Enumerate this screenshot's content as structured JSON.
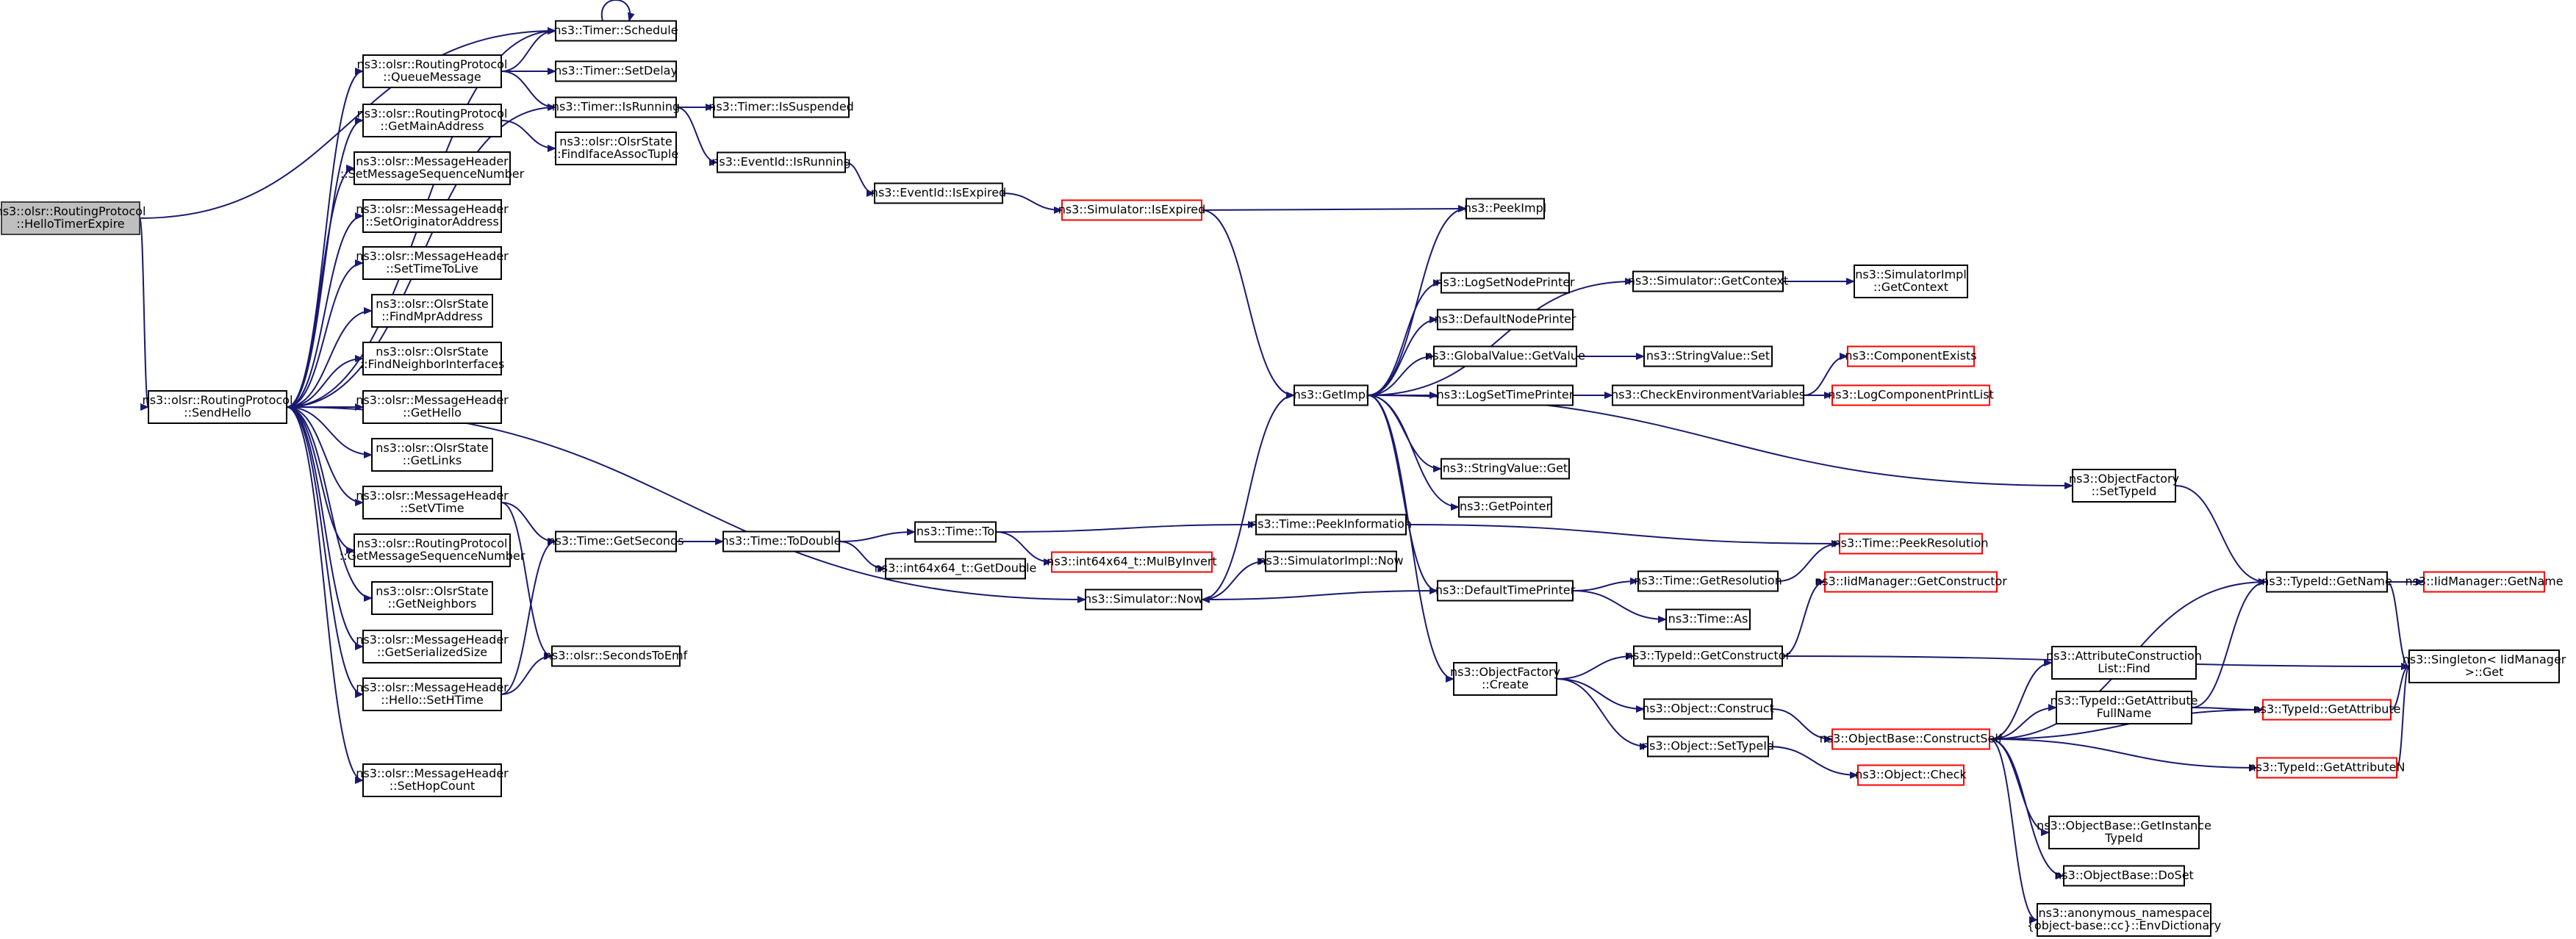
{
  "colors": {
    "node_fill": "#ffffff",
    "node_stroke": "#000000",
    "truncated_stroke": "#ff0000",
    "current_fill": "#bfbfbf",
    "current_stroke": "#404040",
    "edge": "#191970"
  },
  "nodes": [
    {
      "id": "hte",
      "lines": [
        "ns3::olsr::RoutingProtocol",
        "::HelloTimerExpire"
      ],
      "style": "current"
    },
    {
      "id": "sendhello",
      "lines": [
        "ns3::olsr::RoutingProtocol",
        "::SendHello"
      ],
      "style": "normal"
    },
    {
      "id": "tsched",
      "lines": [
        "ns3::Timer::Schedule"
      ],
      "style": "normal"
    },
    {
      "id": "queuemsg",
      "lines": [
        "ns3::olsr::RoutingProtocol",
        "::QueueMessage"
      ],
      "style": "normal"
    },
    {
      "id": "tsetdelay",
      "lines": [
        "ns3::Timer::SetDelay"
      ],
      "style": "normal"
    },
    {
      "id": "tisrun",
      "lines": [
        "ns3::Timer::IsRunning"
      ],
      "style": "normal"
    },
    {
      "id": "tissusp",
      "lines": [
        "ns3::Timer::IsSuspended"
      ],
      "style": "normal"
    },
    {
      "id": "getmain",
      "lines": [
        "ns3::olsr::RoutingProtocol",
        "::GetMainAddress"
      ],
      "style": "normal"
    },
    {
      "id": "findiface",
      "lines": [
        "ns3::olsr::OlsrState",
        "::FindIfaceAssocTuple"
      ],
      "style": "normal"
    },
    {
      "id": "eidisrun",
      "lines": [
        "ns3::EventId::IsRunning"
      ],
      "style": "normal"
    },
    {
      "id": "setmsn",
      "lines": [
        "ns3::olsr::MessageHeader",
        "::SetMessageSequenceNumber"
      ],
      "style": "normal"
    },
    {
      "id": "eidisexp",
      "lines": [
        "ns3::EventId::IsExpired"
      ],
      "style": "normal"
    },
    {
      "id": "simisexp",
      "lines": [
        "ns3::Simulator::IsExpired"
      ],
      "style": "truncated"
    },
    {
      "id": "peekimpl",
      "lines": [
        "ns3::PeekImpl"
      ],
      "style": "normal"
    },
    {
      "id": "setorig",
      "lines": [
        "ns3::olsr::MessageHeader",
        "::SetOriginatorAddress"
      ],
      "style": "normal"
    },
    {
      "id": "setttl",
      "lines": [
        "ns3::olsr::MessageHeader",
        "::SetTimeToLive"
      ],
      "style": "normal"
    },
    {
      "id": "logsetnode",
      "lines": [
        "ns3::LogSetNodePrinter"
      ],
      "style": "normal"
    },
    {
      "id": "simgetctx",
      "lines": [
        "ns3::Simulator::GetContext"
      ],
      "style": "normal"
    },
    {
      "id": "simimplgetctx",
      "lines": [
        "ns3::SimulatorImpl",
        "::GetContext"
      ],
      "style": "normal"
    },
    {
      "id": "findmpr",
      "lines": [
        "ns3::olsr::OlsrState",
        "::FindMprAddress"
      ],
      "style": "normal"
    },
    {
      "id": "defnode",
      "lines": [
        "ns3::DefaultNodePrinter"
      ],
      "style": "normal"
    },
    {
      "id": "findneigh",
      "lines": [
        "ns3::olsr::OlsrState",
        "::FindNeighborInterfaces"
      ],
      "style": "normal"
    },
    {
      "id": "gvgetval",
      "lines": [
        "ns3::GlobalValue::GetValue"
      ],
      "style": "normal"
    },
    {
      "id": "strvalset",
      "lines": [
        "ns3::StringValue::Set"
      ],
      "style": "normal"
    },
    {
      "id": "compexists",
      "lines": [
        "ns3::ComponentExists"
      ],
      "style": "truncated"
    },
    {
      "id": "getimpl",
      "lines": [
        "ns3::GetImpl"
      ],
      "style": "normal"
    },
    {
      "id": "gethello",
      "lines": [
        "ns3::olsr::MessageHeader",
        "::GetHello"
      ],
      "style": "normal"
    },
    {
      "id": "logsettime",
      "lines": [
        "ns3::LogSetTimePrinter"
      ],
      "style": "normal"
    },
    {
      "id": "checkenv",
      "lines": [
        "ns3::CheckEnvironmentVariables"
      ],
      "style": "normal"
    },
    {
      "id": "logcomplist",
      "lines": [
        "ns3::LogComponentPrintList"
      ],
      "style": "truncated"
    },
    {
      "id": "getlinks",
      "lines": [
        "ns3::olsr::OlsrState",
        "::GetLinks"
      ],
      "style": "normal"
    },
    {
      "id": "strvalget",
      "lines": [
        "ns3::StringValue::Get"
      ],
      "style": "normal"
    },
    {
      "id": "objfactsettid",
      "lines": [
        "ns3::ObjectFactory",
        "::SetTypeId"
      ],
      "style": "normal"
    },
    {
      "id": "setvtime",
      "lines": [
        "ns3::olsr::MessageHeader",
        "::SetVTime"
      ],
      "style": "normal"
    },
    {
      "id": "getpointer",
      "lines": [
        "ns3::GetPointer"
      ],
      "style": "normal"
    },
    {
      "id": "tgetsec",
      "lines": [
        "ns3::Time::GetSeconds"
      ],
      "style": "normal"
    },
    {
      "id": "ttodouble",
      "lines": [
        "ns3::Time::ToDouble"
      ],
      "style": "normal"
    },
    {
      "id": "tto",
      "lines": [
        "ns3::Time::To"
      ],
      "style": "normal"
    },
    {
      "id": "tpeekinfo",
      "lines": [
        "ns3::Time::PeekInformation"
      ],
      "style": "normal"
    },
    {
      "id": "tpeekres",
      "lines": [
        "ns3::Time::PeekResolution"
      ],
      "style": "truncated"
    },
    {
      "id": "getmsn",
      "lines": [
        "ns3::olsr::RoutingProtocol",
        "::GetMessageSequenceNumber"
      ],
      "style": "normal"
    },
    {
      "id": "mulbyinvert",
      "lines": [
        "ns3::int64x64_t::MulByInvert"
      ],
      "style": "truncated"
    },
    {
      "id": "getdouble",
      "lines": [
        "ns3::int64x64_t::GetDouble"
      ],
      "style": "normal"
    },
    {
      "id": "simimplnow",
      "lines": [
        "ns3::SimulatorImpl::Now"
      ],
      "style": "normal"
    },
    {
      "id": "getneighbors",
      "lines": [
        "ns3::olsr::OlsrState",
        "::GetNeighbors"
      ],
      "style": "normal"
    },
    {
      "id": "simnow",
      "lines": [
        "ns3::Simulator::Now"
      ],
      "style": "normal"
    },
    {
      "id": "deftime",
      "lines": [
        "ns3::DefaultTimePrinter"
      ],
      "style": "normal"
    },
    {
      "id": "tgetres",
      "lines": [
        "ns3::Time::GetResolution"
      ],
      "style": "normal"
    },
    {
      "id": "iidgetctor",
      "lines": [
        "ns3::IidManager::GetConstructor"
      ],
      "style": "truncated"
    },
    {
      "id": "tidgetname",
      "lines": [
        "ns3::TypeId::GetName"
      ],
      "style": "normal"
    },
    {
      "id": "iidgetname",
      "lines": [
        "ns3::IidManager::GetName"
      ],
      "style": "truncated"
    },
    {
      "id": "tas",
      "lines": [
        "ns3::Time::As"
      ],
      "style": "normal"
    },
    {
      "id": "getser",
      "lines": [
        "ns3::olsr::MessageHeader",
        "::GetSerializedSize"
      ],
      "style": "normal"
    },
    {
      "id": "sectoemf",
      "lines": [
        "ns3::olsr::SecondsToEmf"
      ],
      "style": "normal"
    },
    {
      "id": "attrconst",
      "lines": [
        "ns3::AttributeConstruction",
        "List::Find"
      ],
      "style": "normal"
    },
    {
      "id": "tidgetctor",
      "lines": [
        "ns3::TypeId::GetConstructor"
      ],
      "style": "normal"
    },
    {
      "id": "singleton",
      "lines": [
        "ns3::Singleton< IidManager",
        ">::Get"
      ],
      "style": "normal"
    },
    {
      "id": "sethtime",
      "lines": [
        "ns3::olsr::MessageHeader",
        "::Hello::SetHTime"
      ],
      "style": "normal"
    },
    {
      "id": "objfactcreate",
      "lines": [
        "ns3::ObjectFactory",
        "::Create"
      ],
      "style": "normal"
    },
    {
      "id": "tidgetattrfull",
      "lines": [
        "ns3::TypeId::GetAttribute",
        "FullName"
      ],
      "style": "normal"
    },
    {
      "id": "objconstruct",
      "lines": [
        "ns3::Object::Construct"
      ],
      "style": "normal"
    },
    {
      "id": "tidgetattr",
      "lines": [
        "ns3::TypeId::GetAttribute"
      ],
      "style": "truncated"
    },
    {
      "id": "objbaseconstruct",
      "lines": [
        "ns3::ObjectBase::ConstructSelf"
      ],
      "style": "truncated"
    },
    {
      "id": "objsettid",
      "lines": [
        "ns3::Object::SetTypeId"
      ],
      "style": "normal"
    },
    {
      "id": "tidgetattrn",
      "lines": [
        "ns3::TypeId::GetAttributeN"
      ],
      "style": "truncated"
    },
    {
      "id": "objcheck",
      "lines": [
        "ns3::Object::Check"
      ],
      "style": "truncated"
    },
    {
      "id": "sethop",
      "lines": [
        "ns3::olsr::MessageHeader",
        "::SetHopCount"
      ],
      "style": "normal"
    },
    {
      "id": "getinst",
      "lines": [
        "ns3::ObjectBase::GetInstance",
        "TypeId"
      ],
      "style": "normal"
    },
    {
      "id": "doset",
      "lines": [
        "ns3::ObjectBase::DoSet"
      ],
      "style": "normal"
    },
    {
      "id": "envdict",
      "lines": [
        "ns3::anonymous_namespace",
        "{object-base::cc}::EnvDictionary"
      ],
      "style": "normal"
    }
  ],
  "edges": [
    [
      "hte",
      "tsched"
    ],
    [
      "hte",
      "sendhello"
    ],
    [
      "sendhello",
      "tsched"
    ],
    [
      "sendhello",
      "queuemsg"
    ],
    [
      "sendhello",
      "getmain"
    ],
    [
      "sendhello",
      "setmsn"
    ],
    [
      "sendhello",
      "setorig"
    ],
    [
      "sendhello",
      "setttl"
    ],
    [
      "sendhello",
      "findmpr"
    ],
    [
      "sendhello",
      "findneigh"
    ],
    [
      "sendhello",
      "gethello"
    ],
    [
      "sendhello",
      "getlinks"
    ],
    [
      "sendhello",
      "setvtime"
    ],
    [
      "sendhello",
      "getmsn"
    ],
    [
      "sendhello",
      "getneighbors"
    ],
    [
      "sendhello",
      "getser"
    ],
    [
      "sendhello",
      "sethtime"
    ],
    [
      "sendhello",
      "sethop"
    ],
    [
      "sendhello",
      "simnow"
    ],
    [
      "sendhello",
      "tisrun"
    ],
    [
      "tsched",
      "tsched"
    ],
    [
      "queuemsg",
      "tsched"
    ],
    [
      "queuemsg",
      "tsetdelay"
    ],
    [
      "queuemsg",
      "tisrun"
    ],
    [
      "tisrun",
      "tissusp"
    ],
    [
      "tisrun",
      "eidisrun"
    ],
    [
      "getmain",
      "findiface"
    ],
    [
      "eidisrun",
      "eidisexp"
    ],
    [
      "eidisexp",
      "simisexp"
    ],
    [
      "simisexp",
      "peekimpl"
    ],
    [
      "simisexp",
      "getimpl"
    ],
    [
      "getimpl",
      "peekimpl"
    ],
    [
      "getimpl",
      "logsetnode"
    ],
    [
      "getimpl",
      "defnode"
    ],
    [
      "getimpl",
      "gvgetval"
    ],
    [
      "getimpl",
      "logsettime"
    ],
    [
      "getimpl",
      "strvalget"
    ],
    [
      "getimpl",
      "getpointer"
    ],
    [
      "getimpl",
      "deftime"
    ],
    [
      "getimpl",
      "objfactcreate"
    ],
    [
      "getimpl",
      "objfactsettid"
    ],
    [
      "getimpl",
      "simgetctx"
    ],
    [
      "simgetctx",
      "simimplgetctx"
    ],
    [
      "gvgetval",
      "strvalset"
    ],
    [
      "logsettime",
      "checkenv"
    ],
    [
      "checkenv",
      "compexists"
    ],
    [
      "checkenv",
      "logcomplist"
    ],
    [
      "objfactsettid",
      "tidgetname"
    ],
    [
      "setvtime",
      "tgetsec"
    ],
    [
      "setvtime",
      "sectoemf"
    ],
    [
      "sethtime",
      "tgetsec"
    ],
    [
      "sethtime",
      "sectoemf"
    ],
    [
      "tgetsec",
      "ttodouble"
    ],
    [
      "ttodouble",
      "tto"
    ],
    [
      "ttodouble",
      "getdouble"
    ],
    [
      "tto",
      "tpeekinfo"
    ],
    [
      "tto",
      "mulbyinvert"
    ],
    [
      "tpeekinfo",
      "tpeekres"
    ],
    [
      "simnow",
      "getimpl"
    ],
    [
      "simnow",
      "simimplnow"
    ],
    [
      "deftime",
      "simnow"
    ],
    [
      "deftime",
      "tgetres"
    ],
    [
      "deftime",
      "tas"
    ],
    [
      "tgetres",
      "tpeekres"
    ],
    [
      "objfactcreate",
      "tidgetctor"
    ],
    [
      "objfactcreate",
      "objconstruct"
    ],
    [
      "objfactcreate",
      "objsettid"
    ],
    [
      "tidgetctor",
      "iidgetctor"
    ],
    [
      "tidgetctor",
      "singleton"
    ],
    [
      "tidgetname",
      "iidgetname"
    ],
    [
      "tidgetname",
      "singleton"
    ],
    [
      "objconstruct",
      "objbaseconstruct"
    ],
    [
      "objsettid",
      "objcheck"
    ],
    [
      "objbaseconstruct",
      "attrconst"
    ],
    [
      "objbaseconstruct",
      "tidgetattrfull"
    ],
    [
      "objbaseconstruct",
      "tidgetattr"
    ],
    [
      "objbaseconstruct",
      "tidgetattrn"
    ],
    [
      "objbaseconstruct",
      "getinst"
    ],
    [
      "objbaseconstruct",
      "doset"
    ],
    [
      "objbaseconstruct",
      "envdict"
    ],
    [
      "objbaseconstruct",
      "tidgetname"
    ],
    [
      "tidgetattrfull",
      "tidgetname"
    ],
    [
      "tidgetattrfull",
      "tidgetattr"
    ],
    [
      "tidgetattr",
      "singleton"
    ],
    [
      "tidgetattrn",
      "singleton"
    ]
  ]
}
